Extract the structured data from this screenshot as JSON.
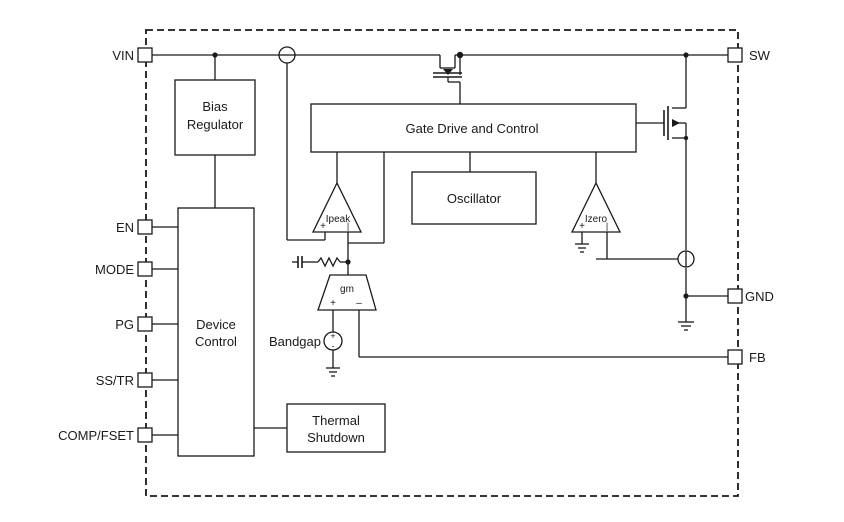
{
  "pins": {
    "vin": "VIN",
    "en": "EN",
    "mode": "MODE",
    "pg": "PG",
    "sstr": "SS/TR",
    "comp": "COMP/FSET",
    "sw": "SW",
    "gnd": "GND",
    "fb": "FB"
  },
  "blocks": {
    "bias_line1": "Bias",
    "bias_line2": "Regulator",
    "gate": "Gate Drive and Control",
    "oscillator": "Oscillator",
    "device_line1": "Device",
    "device_line2": "Control",
    "thermal_line1": "Thermal",
    "thermal_line2": "Shutdown"
  },
  "amps": {
    "ipeak": "Ipeak",
    "izero": "Izero",
    "gm": "gm",
    "plus": "+",
    "minus": "–",
    "bar": "|"
  },
  "bandgap": {
    "label": "Bandgap",
    "plus": "+",
    "minus": "-"
  }
}
